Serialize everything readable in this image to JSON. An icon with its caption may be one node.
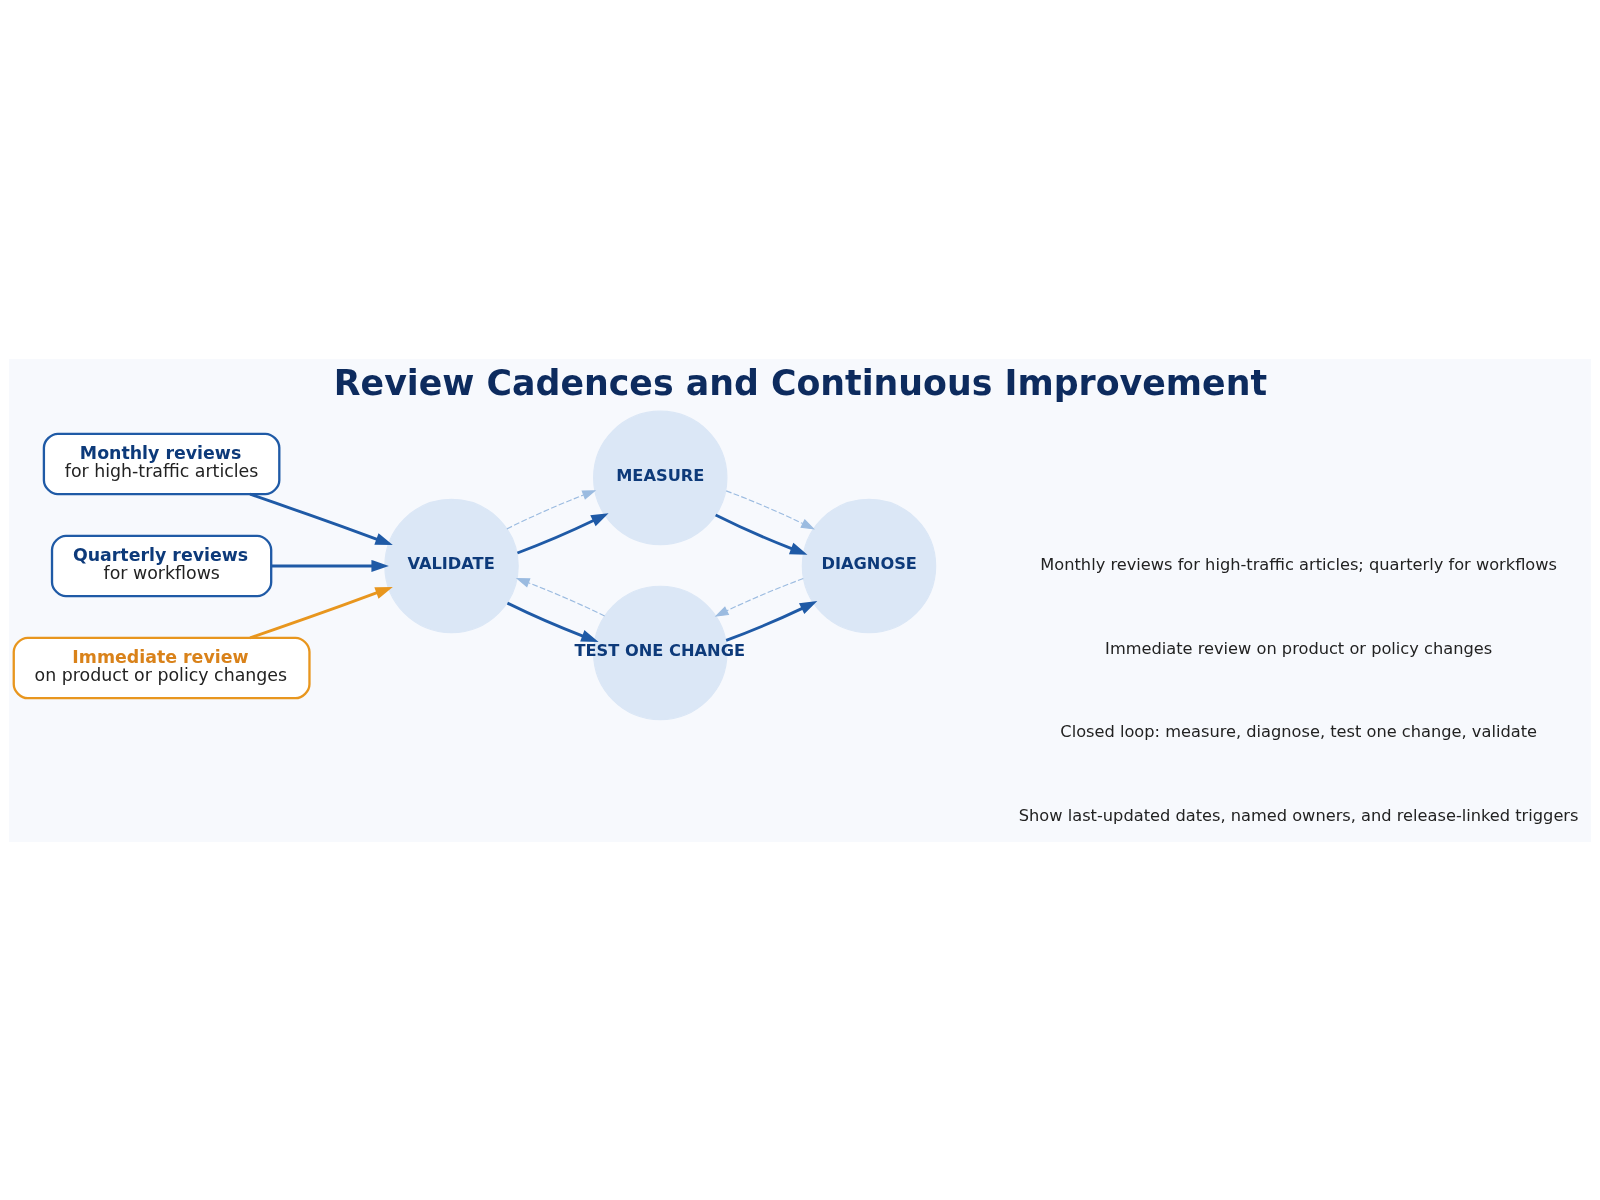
{
  "diagram": {
    "title": "Review Cadences and Continuous Improvement",
    "nodes": [
      {
        "text": [
          "Monthly reviews",
          "for high-traffic articles"
        ]
      },
      {
        "text": [
          "Quarterly reviews",
          "for workflows"
        ]
      },
      {
        "text": [
          "Immediate review",
          "on product or policy changes"
        ]
      },
      {
        "text": [
          "MEASURE"
        ]
      },
      {
        "text": [
          "DIAGNOSE"
        ]
      },
      {
        "text": [
          "TEST ONE CHANGE"
        ]
      },
      {
        "text": [
          "VALIDATE"
        ]
      }
    ],
    "edges": [
      {
        "from": 0,
        "to": 6,
        "arrow": "to"
      },
      {
        "from": 1,
        "to": 6,
        "arrow": "to"
      },
      {
        "from": 2,
        "to": 6,
        "arrow": "to",
        "color": "#e8961e"
      },
      {
        "from": 6,
        "to": 3,
        "arrow": "to"
      },
      {
        "from": 3,
        "to": 4,
        "arrow": "to"
      },
      {
        "from": 6,
        "to": 5,
        "arrow": "to"
      },
      {
        "from": 5,
        "to": 4,
        "arrow": "to"
      },
      {
        "from": 6,
        "to": 3,
        "arrow": "to",
        "style": "dashed",
        "color": "#9bbbe0"
      },
      {
        "from": 3,
        "to": 4,
        "arrow": "to",
        "style": "dashed",
        "color": "#9bbbe0"
      },
      {
        "from": 4,
        "to": 5,
        "arrow": "to",
        "style": "dashed",
        "color": "#9bbbe0"
      },
      {
        "from": 5,
        "to": 6,
        "arrow": "to",
        "style": "dashed",
        "color": "#9bbbe0"
      }
    ],
    "labels": [
      "Monthly reviews for high-traffic articles; quarterly for workflows",
      "Immediate review on product or policy changes",
      "Closed loop: measure, diagnose, test one change, validate",
      "Show last-updated dates, named owners, and release-linked triggers"
    ]
  }
}
